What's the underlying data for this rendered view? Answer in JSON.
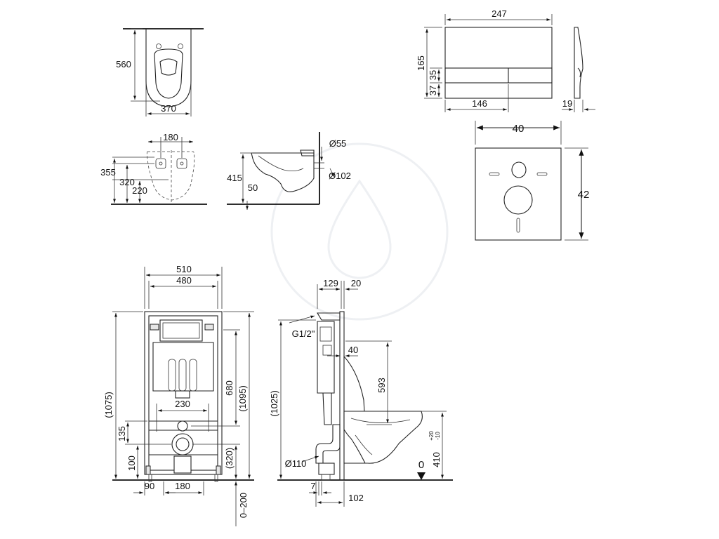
{
  "bowl_top": {
    "depth": "560",
    "width": "370"
  },
  "bowl_rear": {
    "dim_180": "180",
    "dim_355": "355",
    "dim_320": "320",
    "dim_220": "220"
  },
  "bowl_side": {
    "height": "415",
    "dim_50": "50",
    "dia_55": "Ø55",
    "dia_102": "Ø102"
  },
  "flush_plate": {
    "width": "247",
    "height": "165",
    "dim_35": "35",
    "dim_37": "37",
    "dim_146": "146",
    "depth": "19"
  },
  "gasket_pad": {
    "width": "40",
    "height": "42"
  },
  "frame_front": {
    "outer_width": "510",
    "inner_width": "480",
    "dim_230": "230",
    "height_1075": "(1075)",
    "height_680": "680",
    "height_1095": "(1095)",
    "dim_135": "135",
    "dim_100": "100",
    "dim_320": "(320)",
    "dim_90": "90",
    "dim_180": "180",
    "adjust_range": "0–200"
  },
  "frame_side": {
    "dim_129": "129",
    "dim_20": "20",
    "water_inlet": "G1/2\"",
    "dim_40": "40",
    "dim_593": "593",
    "height_1025": "(1025)",
    "dia_110": "Ø110",
    "dim_7": "7",
    "dim_102": "102",
    "zero_level": "0",
    "seat_height": "410",
    "tol_plus": "+20",
    "tol_minus": "-10"
  }
}
